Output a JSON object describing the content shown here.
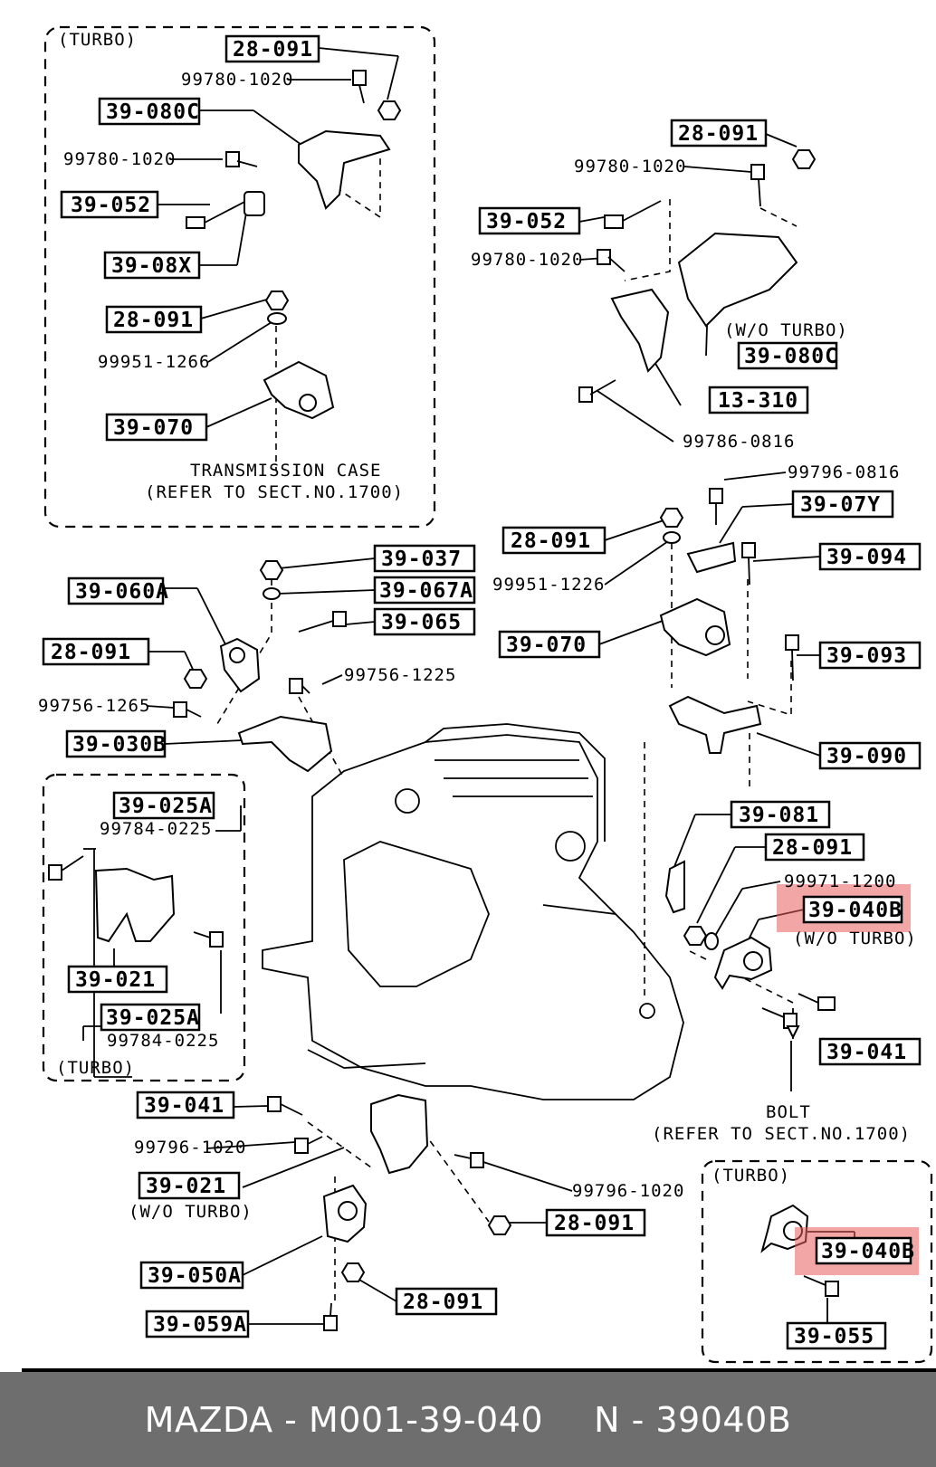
{
  "diagram": {
    "group_labels": {
      "turbo_top": "(TURBO)",
      "turbo_left": "(TURBO)",
      "turbo_right": "(TURBO)"
    },
    "notes": {
      "transmission_case": "TRANSMISSION CASE",
      "refer_1700_top": "(REFER TO SECT.NO.1700)",
      "wo_turbo_080c": "(W/O TURBO)",
      "wo_turbo_040b": "(W/O TURBO)",
      "wo_turbo_021": "(W/O TURBO)",
      "bolt": "BOLT",
      "refer_1700_bottom": "(REFER TO SECT.NO.1700)"
    },
    "labels": {
      "tl_28_091": "28-091",
      "tl_39_080c": "39-080C",
      "tl_39_052": "39-052",
      "tl_39_08x": "39-08X",
      "tl_28_091_b": "28-091",
      "tl_39_070": "39-070",
      "tr_28_091": "28-091",
      "tr_39_052": "39-052",
      "tr_39_080c": "39-080C",
      "tr_13_310": "13-310",
      "m_39_037": "39-037",
      "m_39_060a": "39-060A",
      "m_39_067a": "39-067A",
      "m_39_065": "39-065",
      "m_28_091": "28-091",
      "m_39_030b": "39-030B",
      "r_39_07y": "39-07Y",
      "r_28_091": "28-091",
      "r_39_094": "39-094",
      "r_39_070": "39-070",
      "r_39_093": "39-093",
      "r_39_090": "39-090",
      "r_39_081": "39-081",
      "r_28_091_b": "28-091",
      "r_39_040b": "39-040B",
      "r_39_041": "39-041",
      "l_39_025a": "39-025A",
      "l_39_021": "39-021",
      "l_39_025a_b": "39-025A",
      "b_39_041": "39-041",
      "b_39_021": "39-021",
      "b_28_091": "28-091",
      "b_39_050a": "39-050A",
      "b_28_091_b": "28-091",
      "b_39_059a": "39-059A",
      "br_39_040b": "39-040B",
      "br_39_055": "39-055"
    },
    "part_numbers": {
      "tl_99780_a": "99780-1020",
      "tl_99780_b": "99780-1020",
      "tl_99951": "99951-1266",
      "tr_99780_a": "99780-1020",
      "tr_99780_b": "99780-1020",
      "tr_99786": "99786-0816",
      "r_99796_0816": "99796-0816",
      "r_99951_1226": "99951-1226",
      "m_99756_a": "99756-1225",
      "m_99756_b": "99756-1265",
      "l_99784_a": "99784-0225",
      "l_99784_b": "99784-0225",
      "r_99971": "99971-1200",
      "b_99796_a": "99796-1020",
      "b_99796_b": "99796-1020"
    },
    "highlight_color": "#e95c5c"
  },
  "footer": {
    "brand_part": "MAZDA - M001-39-040",
    "alt_part": "N - 39040B"
  }
}
